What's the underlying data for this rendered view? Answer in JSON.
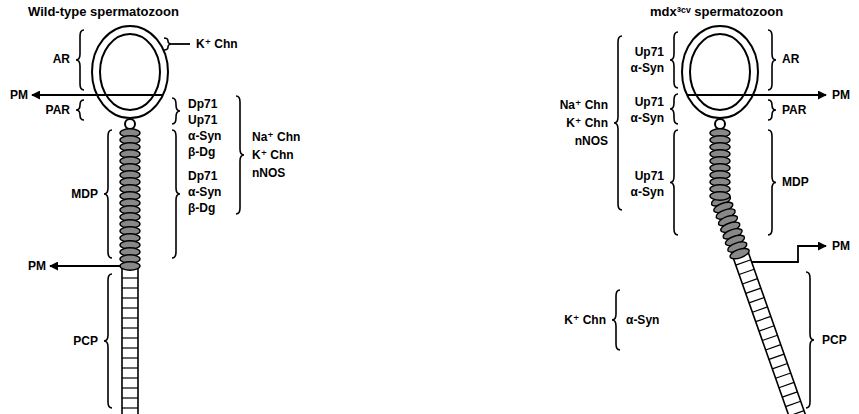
{
  "diagram": {
    "labels": [
      "Wild-type spermatozoon",
      "AR",
      "PM",
      "PAR",
      "MDP",
      "PM",
      "PCP",
      "K⁺ Chn",
      "Dp71",
      "Up71",
      "α-Syn",
      "β-Dg",
      "Dp71",
      "α-Syn",
      "β-Dg",
      "Na⁺ Chn",
      "K⁺ Chn",
      "nNOS",
      "mdx³ᶜᵛ spermatozoon",
      "Up71",
      "α-Syn",
      "Up71",
      "α-Syn",
      "Up71",
      "α-Syn",
      "Na⁺ Chn",
      "K⁺ Chn",
      "nNOS",
      "AR",
      "PM",
      "PAR",
      "MDP",
      "PM",
      "PCP",
      "K⁺ Chn",
      "α-Syn"
    ]
  }
}
